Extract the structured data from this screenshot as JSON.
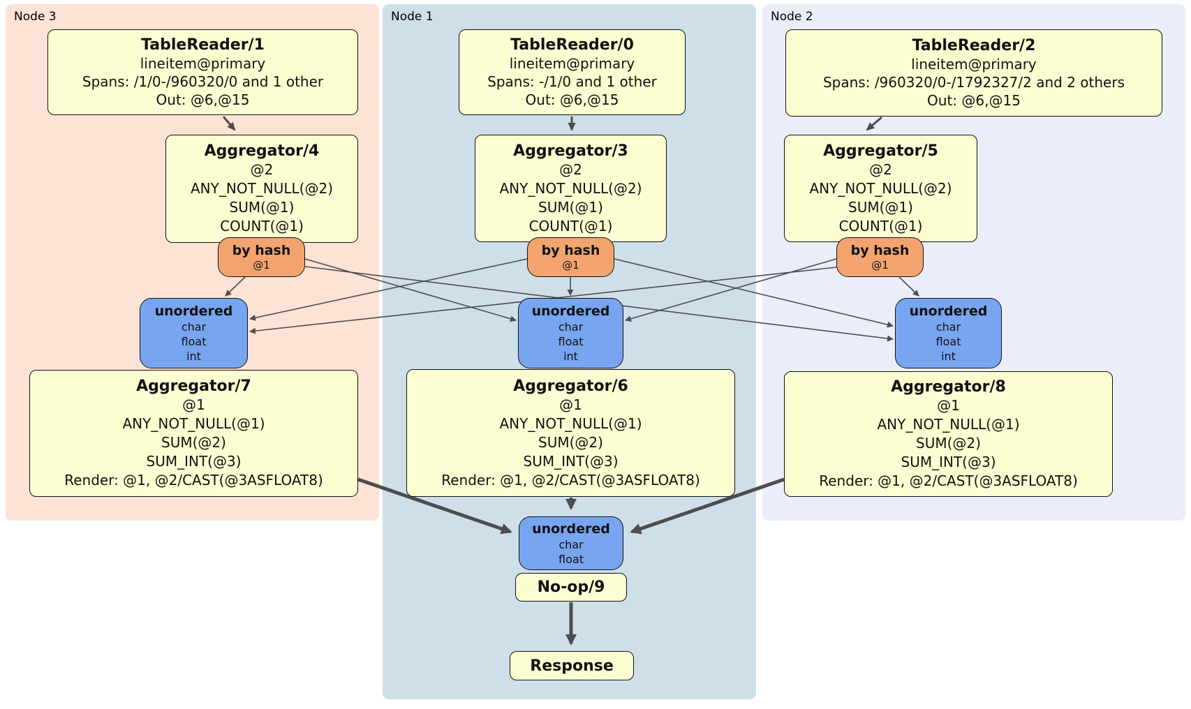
{
  "node3": {
    "label": "Node 3",
    "tablereader": {
      "title": "TableReader/1",
      "lines": [
        "lineitem@primary",
        "Spans: /1/0-/960320/0 and 1 other",
        "Out: @6,@15"
      ]
    },
    "aggregator_top": {
      "title": "Aggregator/4",
      "lines": [
        "@2",
        "ANY_NOT_NULL(@2)",
        "SUM(@1)",
        "COUNT(@1)"
      ]
    },
    "router": {
      "title": "by hash",
      "detail": "@1"
    },
    "sync": {
      "title": "unordered",
      "lines": [
        "char",
        "float",
        "int"
      ]
    },
    "aggregator_bottom": {
      "title": "Aggregator/7",
      "lines": [
        "@1",
        "ANY_NOT_NULL(@1)",
        "SUM(@2)",
        "SUM_INT(@3)",
        "Render: @1, @2/CAST(@3ASFLOAT8)"
      ]
    }
  },
  "node1": {
    "label": "Node 1",
    "tablereader": {
      "title": "TableReader/0",
      "lines": [
        "lineitem@primary",
        "Spans: -/1/0 and 1 other",
        "Out: @6,@15"
      ]
    },
    "aggregator_top": {
      "title": "Aggregator/3",
      "lines": [
        "@2",
        "ANY_NOT_NULL(@2)",
        "SUM(@1)",
        "COUNT(@1)"
      ]
    },
    "router": {
      "title": "by hash",
      "detail": "@1"
    },
    "sync": {
      "title": "unordered",
      "lines": [
        "char",
        "float",
        "int"
      ]
    },
    "aggregator_bottom": {
      "title": "Aggregator/6",
      "lines": [
        "@1",
        "ANY_NOT_NULL(@1)",
        "SUM(@2)",
        "SUM_INT(@3)",
        "Render: @1, @2/CAST(@3ASFLOAT8)"
      ]
    }
  },
  "node2": {
    "label": "Node 2",
    "tablereader": {
      "title": "TableReader/2",
      "lines": [
        "lineitem@primary",
        "Spans: /960320/0-/1792327/2 and 2 others",
        "Out: @6,@15"
      ]
    },
    "aggregator_top": {
      "title": "Aggregator/5",
      "lines": [
        "@2",
        "ANY_NOT_NULL(@2)",
        "SUM(@1)",
        "COUNT(@1)"
      ]
    },
    "router": {
      "title": "by hash",
      "detail": "@1"
    },
    "sync": {
      "title": "unordered",
      "lines": [
        "char",
        "float",
        "int"
      ]
    },
    "aggregator_bottom": {
      "title": "Aggregator/8",
      "lines": [
        "@1",
        "ANY_NOT_NULL(@1)",
        "SUM(@2)",
        "SUM_INT(@3)",
        "Render: @1, @2/CAST(@3ASFLOAT8)"
      ]
    }
  },
  "final": {
    "sync": {
      "title": "unordered",
      "lines": [
        "char",
        "float"
      ]
    },
    "noop_title": "No-op/9",
    "response_title": "Response"
  },
  "colors": {
    "processor_fill": "#fdfdd2",
    "router_fill": "#f3a46e",
    "sync_fill": "#78a5f0",
    "node3_bg": "#fce3d5",
    "node1_bg": "#cedfe9",
    "node2_bg": "#e9eef9",
    "edge": "#4d4d4d"
  }
}
